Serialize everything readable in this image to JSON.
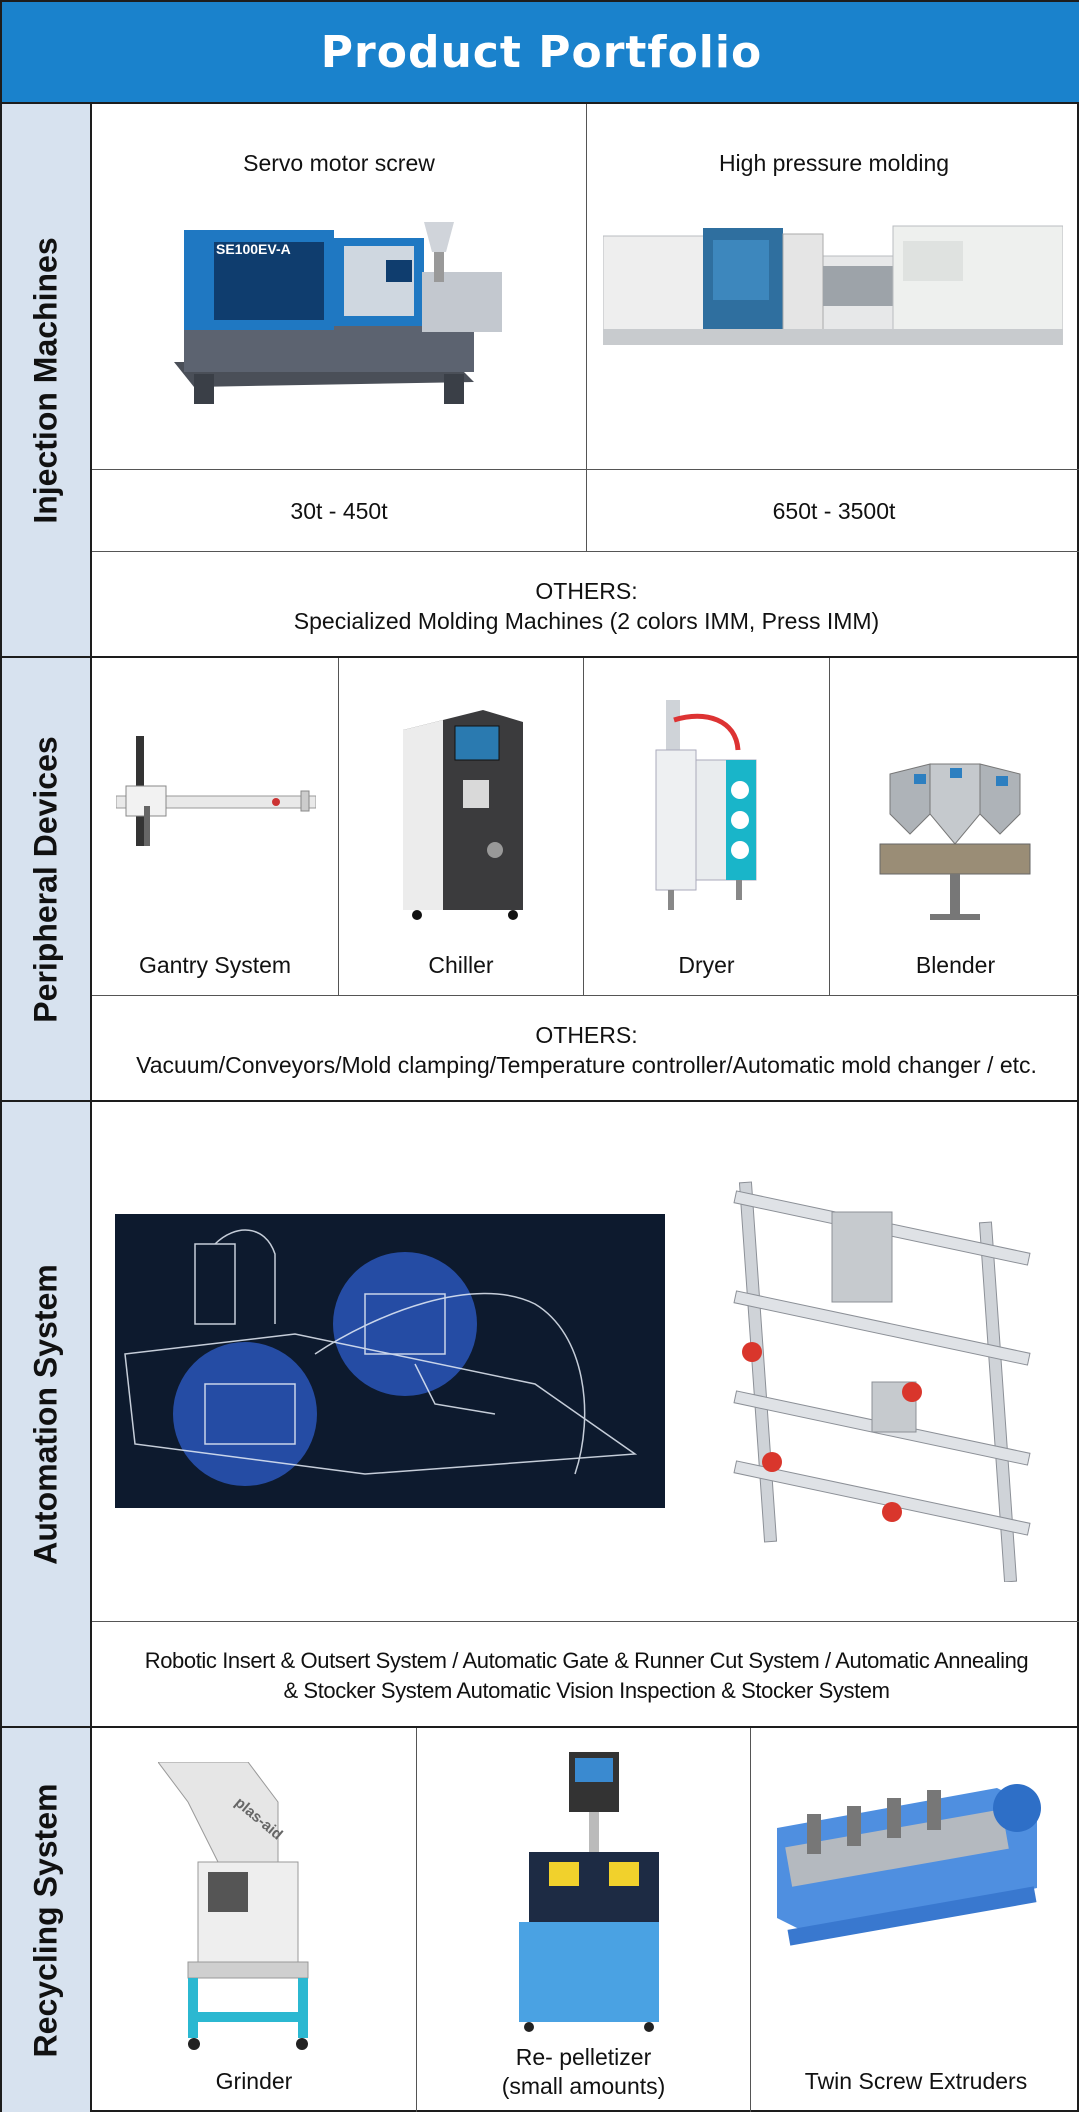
{
  "title": "Product Portfolio",
  "colors": {
    "header_blue": "#1a82cc",
    "side_band": "#d7e2ef",
    "border": "#1d1d1d"
  },
  "sections": {
    "injection": {
      "label": "Injection Machines",
      "col1_title": "Servo motor screw",
      "col2_title": "High pressure molding",
      "col1_range": "30t - 450t",
      "col2_range": "650t - 3500t",
      "others_title": "OTHERS:",
      "others_text": "Specialized Molding Machines (2 colors IMM, Press IMM)",
      "machine1_brand": "SE100EV-A"
    },
    "peripheral": {
      "label": "Peripheral Devices",
      "items": [
        "Gantry System",
        "Chiller",
        "Dryer",
        "Blender"
      ],
      "others_title": "OTHERS:",
      "others_text": "Vacuum/Conveyors/Mold clamping/Temperature controller/Automatic mold changer / etc."
    },
    "automation": {
      "label": "Automation System",
      "description_line1": "Robotic Insert & Outsert System / Automatic  Gate & Runner Cut System / Automatic Annealing",
      "description_line2": "& Stocker System Automatic Vision Inspection & Stocker System"
    },
    "recycling": {
      "label": "Recycling System",
      "items": [
        "Grinder",
        "Re- pelletizer",
        "(small amounts)",
        "Twin Screw Extruders"
      ],
      "grinder_brand": "plas-aid"
    }
  }
}
